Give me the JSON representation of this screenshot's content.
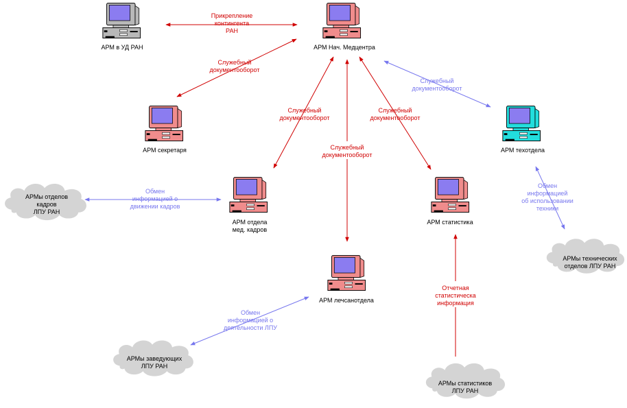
{
  "colors": {
    "red_link": "#d00000",
    "blue_link": "#7777ee",
    "pc_gray": "#b8b8b8",
    "pc_pink": "#f08c8c",
    "pc_cyan": "#22dddd",
    "screen": "#8b7cf0",
    "cloud": "#d4d4d4"
  },
  "nodes": {
    "ud": "АРМ в УД РАН",
    "chief": "АРМ Нач. Медцентра",
    "secretary": "АРМ секретаря",
    "tech": "АРМ техотдела",
    "hr": "АРМ отдела\nмед. кадров",
    "stat": "АРМ статистика",
    "lech": "АРМ лечсанотдела"
  },
  "clouds": {
    "hr_depts": "АРМы отделов\nкадров\nЛПУ РАН",
    "tech_depts": "АРМы технических\nотделов ЛПУ РАН",
    "heads": "АРМы заведующих\nЛПУ РАН",
    "statisticians": "АРМы статистиков\nЛПУ РАН"
  },
  "links": {
    "attach": "Прикрепление\nконтингента\nРАН",
    "doc_secretary": "Служебный\nдокументооборот",
    "doc_tech": "Служебный\nдокументооборот",
    "doc_hr": "Служебный\nдокументооборот",
    "doc_lech": "Служебный\nдокументооборот",
    "doc_stat": "Служебный\nдокументооборот",
    "hr_exchange": "Обмен\nинформацией о\nдвижении кадров",
    "tech_exchange": "Обмен\nинформацией\nоб использовании\nтехники",
    "heads_exchange": "Обмен\nинформацией о\nдеятельности ЛПУ",
    "stat_report": "Отчетная\nстатистическа\nинформация"
  }
}
